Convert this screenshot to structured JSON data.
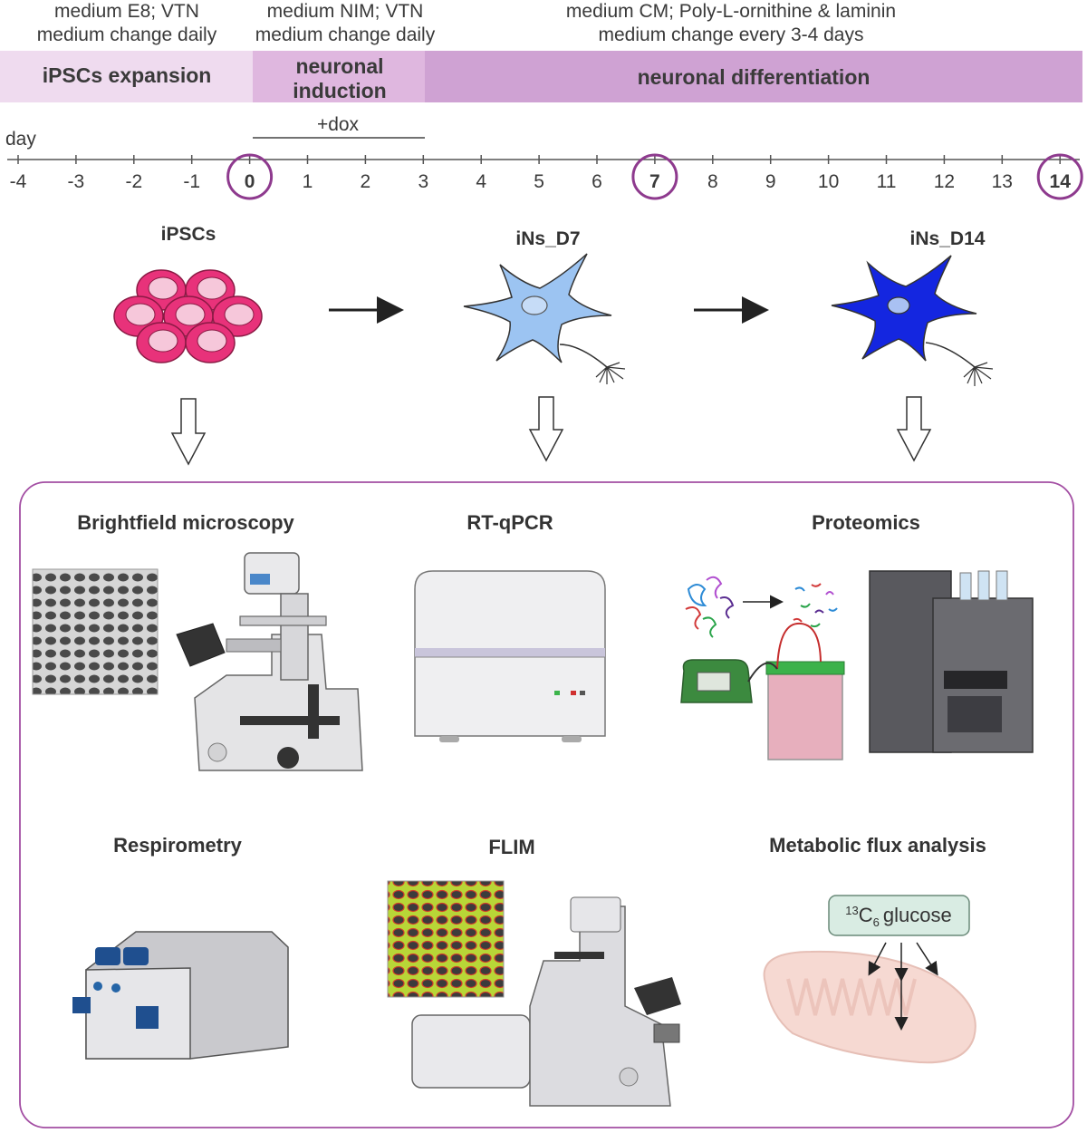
{
  "timeline": {
    "conditions": [
      {
        "line1": "medium E8; VTN",
        "line2": "medium change daily"
      },
      {
        "line1": "medium NIM; VTN",
        "line2": "medium change daily"
      },
      {
        "line1": "medium CM; Poly-L-ornithine & laminin",
        "line2": "medium change every 3-4 days"
      }
    ],
    "phases": [
      {
        "line1": "iPSCs expansion",
        "line2": "",
        "color": "#efdbef"
      },
      {
        "line1": "neuronal",
        "line2": "induction",
        "color": "#dfb7df"
      },
      {
        "line1": "neuronal differentiation",
        "line2": "",
        "color": "#cfa2d3"
      }
    ],
    "dox_label": "+dox",
    "axis_label": "day",
    "days": [
      "-4",
      "-3",
      "-2",
      "-1",
      "0",
      "1",
      "2",
      "3",
      "4",
      "5",
      "6",
      "7",
      "8",
      "9",
      "10",
      "11",
      "12",
      "13",
      "14"
    ],
    "highlighted_days": [
      "0",
      "7",
      "14"
    ],
    "highlight_color": "#8e3a8e"
  },
  "stages": [
    {
      "label": "iPSCs"
    },
    {
      "label": "iNs_D7"
    },
    {
      "label": "iNs_D14"
    }
  ],
  "methods": [
    {
      "label": "Brightfield microscopy"
    },
    {
      "label": "RT-qPCR"
    },
    {
      "label": "Proteomics"
    },
    {
      "label": "Respirometry"
    },
    {
      "label": "FLIM"
    },
    {
      "label": "Metabolic flux analysis"
    }
  ],
  "flux_box": {
    "superscript": "13",
    "element": "C",
    "subscript": "6",
    "text": "glucose"
  },
  "colors": {
    "ipsc_pink": "#e8327a",
    "ipsc_inner": "#f6c7da",
    "neuron_d7": "#9cc4f2",
    "neuron_d14": "#1426e0",
    "panel_border": "#a34ea3",
    "glucose_box": "#d9ece3",
    "mito": "#f6d9d2"
  }
}
